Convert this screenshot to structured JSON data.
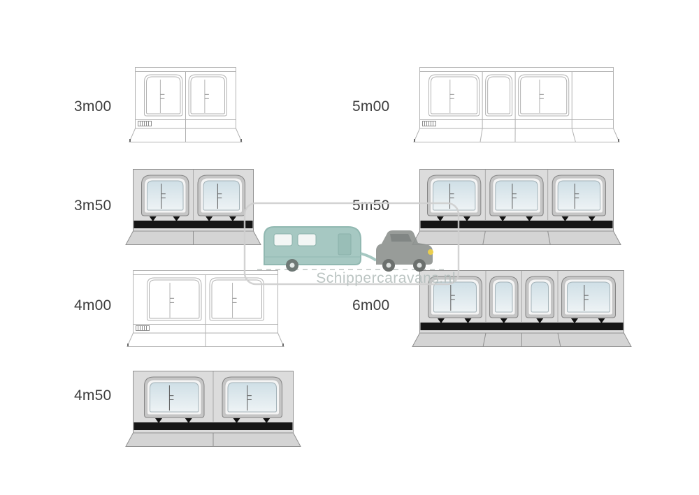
{
  "page": {
    "background": "#ffffff",
    "label_color": "#3d3d3d"
  },
  "watermark": {
    "text": "Schippercaravans.nl",
    "text_color": "#b5bfbd",
    "frame_color": "#cfcfcf",
    "caravan_color": "#9dc3bc",
    "vehicle_color": "#8d928f",
    "headlight_color": "#e8c93a"
  },
  "awnings": [
    {
      "label": "3m00",
      "style": "outline",
      "windows": [
        {
          "width": 1,
          "divider": true
        },
        {
          "width": 1,
          "divider": true
        }
      ]
    },
    {
      "label": "5m00",
      "style": "outline",
      "windows": [
        {
          "width": 1.9,
          "divider": true
        },
        {
          "width": 1,
          "divider": false
        },
        {
          "width": 1.9,
          "divider": true
        },
        {
          "width": 1.1,
          "divider": false,
          "blank": true
        }
      ]
    },
    {
      "label": "3m50",
      "style": "canvas",
      "windows": [
        {
          "width": 1,
          "divider": true
        },
        {
          "width": 1,
          "divider": true
        }
      ]
    },
    {
      "label": "5m50",
      "style": "canvas",
      "windows": [
        {
          "width": 1,
          "divider": true
        },
        {
          "width": 1,
          "divider": true
        },
        {
          "width": 1,
          "divider": true
        }
      ]
    },
    {
      "label": "4m00",
      "style": "outline",
      "windows": [
        {
          "width": 1,
          "divider": true
        },
        {
          "width": 1,
          "divider": true
        }
      ]
    },
    {
      "label": "6m00",
      "style": "canvas",
      "windows": [
        {
          "width": 1.9,
          "divider": true
        },
        {
          "width": 1,
          "divider": false
        },
        {
          "width": 1,
          "divider": false
        },
        {
          "width": 1.9,
          "divider": true
        }
      ]
    },
    {
      "label": "4m50",
      "style": "canvas",
      "windows": [
        {
          "width": 1,
          "divider": true
        },
        {
          "width": 1,
          "divider": true
        }
      ]
    }
  ],
  "colors": {
    "outline_stroke": "#b2b2b2",
    "outline_dark": "#8c8c8c",
    "canvas_body": "#dcdcdc",
    "canvas_skirt": "#d4d4d4",
    "canvas_stroke": "#8f8f8f",
    "window_frame": "#c6c6c6",
    "window_inner": "#f4f4f4",
    "glass_top": "#cfdfe6",
    "glass_bottom": "#eef3f5",
    "band": "#161616"
  }
}
